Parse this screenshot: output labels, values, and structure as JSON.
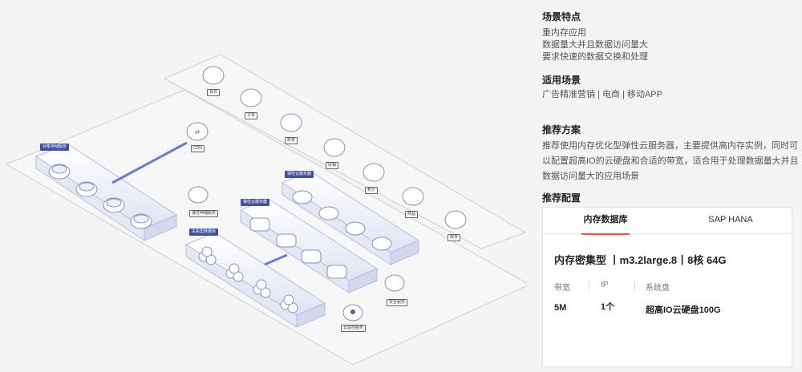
{
  "diagram": {
    "groups": {
      "object_storage": "对象存储服务",
      "elastic_cloud": "弹性云服务器",
      "elastic_cloud_rds": "弹性云服务器",
      "relational_db": "关系型数据库"
    },
    "nodes": {
      "cdn": "CDN",
      "elastic_scaling": "弹性伸缩服务",
      "security": "安全服务",
      "cloud_monitor": "云监控服务",
      "member": "会员",
      "order": "订单",
      "finance": "财务",
      "promo": "促销",
      "points": "积分",
      "goods": "商品",
      "inventory": "库存"
    }
  },
  "panel": {
    "scene_title": "场景特点",
    "features": [
      "重内存应用",
      "数据量大并且数据访问量大",
      "要求快速的数据交换和处理"
    ],
    "applicable_title": "适用场景",
    "applicable_text": "广告精准营销 | 电商 | 移动APP",
    "solution_title": "推荐方案",
    "solution_text": "推荐使用内存优化型弹性云服务器，主要提供高内存实例，同时可以配置超高IO的云硬盘和合适的带宽，适合用于处理数据量大并且数据访问量大的应用场景",
    "config_title": "推荐配置",
    "tabs": [
      "内存数据库",
      "SAP HANA"
    ],
    "card_title": "内存密集型 丨m3.2large.8丨8核 64G",
    "specs": [
      {
        "label": "带宽",
        "value": "5M"
      },
      {
        "label": "IP",
        "value": "1个"
      },
      {
        "label": "系统盘",
        "value": "超高IO云硬盘100G"
      }
    ],
    "colors": {
      "accent": "#e1554a",
      "diagram_blue": "#3f4fa8"
    }
  }
}
